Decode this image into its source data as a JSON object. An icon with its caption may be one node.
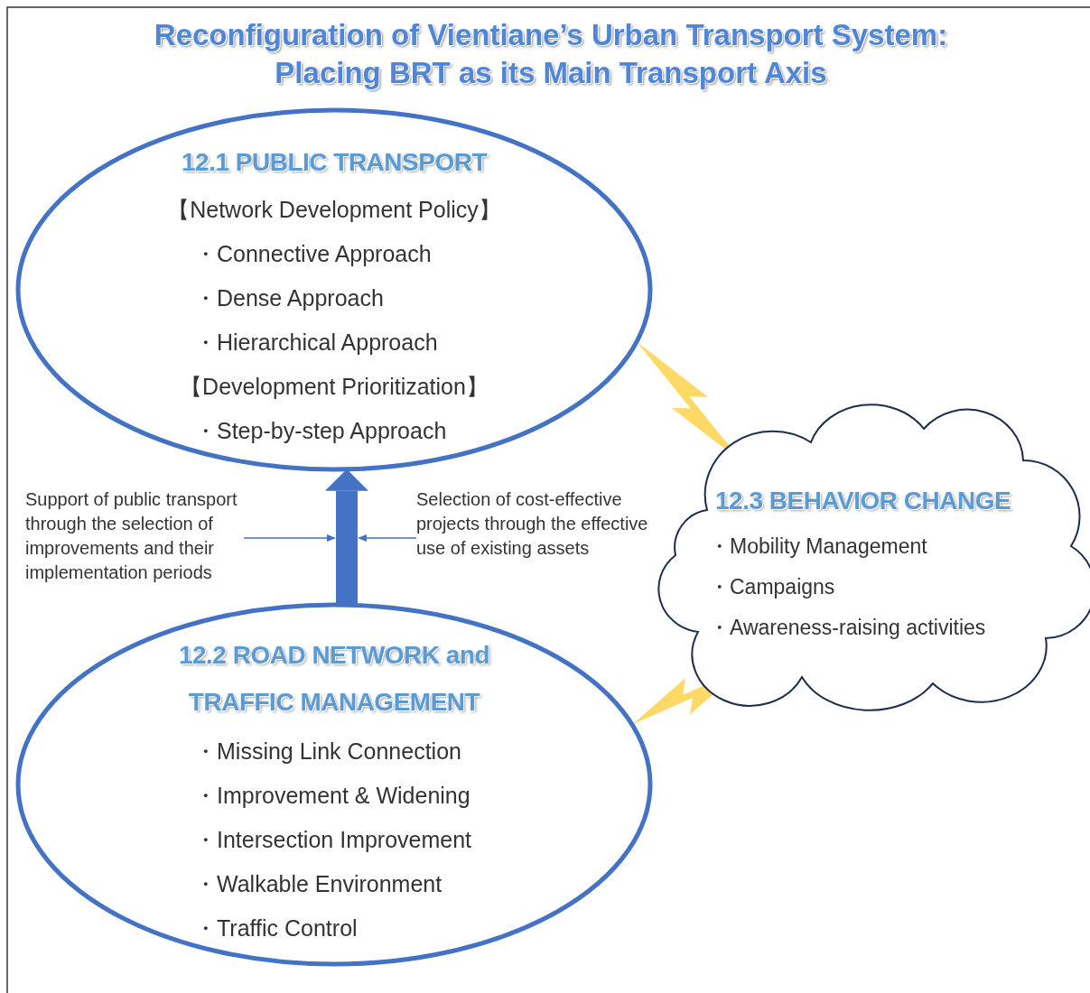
{
  "diagram": {
    "title": "Reconfiguration of Vientiane’s Urban Transport System: Placing BRT as its Main Transport Axis",
    "nodes": [
      {
        "text": [
          "12.1 PUBLIC TRANSPORT",
          "【Network Development Policy】",
          "・Connective Approach",
          "・Dense Approach",
          "・Hierarchical Approach",
          "【Development Prioritization】",
          "・Step-by-step Approach"
        ]
      },
      {
        "text": [
          "12.2 ROAD NETWORK and TRAFFIC MANAGEMENT",
          "・Missing Link Connection",
          "・Improvement & Widening",
          "・Intersection Improvement",
          "・Walkable Environment",
          "・Traffic Control"
        ]
      },
      {
        "text": [
          "12.3 BEHAVIOR CHANGE",
          "・Mobility Management",
          "・Campaigns",
          "・Awareness-raising activities"
        ]
      },
      {
        "text": [
          "Support of public transport through the selection of improvements and their implementation periods"
        ]
      },
      {
        "text": [
          "Selection of cost-effective projects through the effective use of existing assets"
        ]
      }
    ],
    "edges": [
      {
        "from": 1,
        "to": 0,
        "arrow": "to",
        "style": "thick"
      },
      {
        "from": 3,
        "to": null,
        "arrow": "to"
      },
      {
        "from": 4,
        "to": null,
        "arrow": "to"
      },
      {
        "from": 0,
        "to": 2,
        "arrow": "none",
        "style": "thick",
        "color": "#ffd966"
      },
      {
        "from": 1,
        "to": 2,
        "arrow": "none",
        "style": "thick",
        "color": "#ffd966"
      }
    ]
  }
}
